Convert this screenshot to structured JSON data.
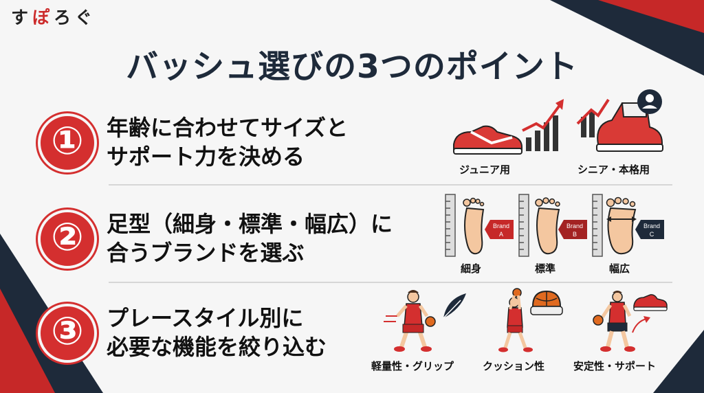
{
  "logo": {
    "part1": "す",
    "part2": "ぽ",
    "part3": "ろぐ"
  },
  "title": "バッシュ選びの3つのポイント",
  "points": [
    {
      "number": "①",
      "line1": "年齢に合わせてサイズと",
      "line2": "サポート力を決める",
      "captions": [
        "ジュニア用",
        "シニア・本格用"
      ]
    },
    {
      "number": "②",
      "line1": "足型（細身・標準・幅広）に",
      "line2": "合うブランドを選ぶ",
      "captions": [
        "細身",
        "標準",
        "幅広"
      ],
      "tags": [
        {
          "brand": "Brand",
          "letter": "A"
        },
        {
          "brand": "Brand",
          "letter": "B"
        },
        {
          "brand": "Brand",
          "letter": "C"
        }
      ]
    },
    {
      "number": "③",
      "line1": "プレースタイル別に",
      "line2": "必要な機能を絞り込む",
      "captions": [
        "軽量性・グリップ",
        "クッション性",
        "安定性・サポート"
      ]
    }
  ],
  "colors": {
    "accent": "#d42f2f",
    "navy": "#1e2a3a"
  },
  "icons": [
    "sneaker-low-icon",
    "growth-chart-icon",
    "sneaker-high-icon",
    "person-icon",
    "foot-icon",
    "ruler-icon",
    "price-tag-icon",
    "basketball-player-icon",
    "feather-icon",
    "basketball-icon"
  ]
}
